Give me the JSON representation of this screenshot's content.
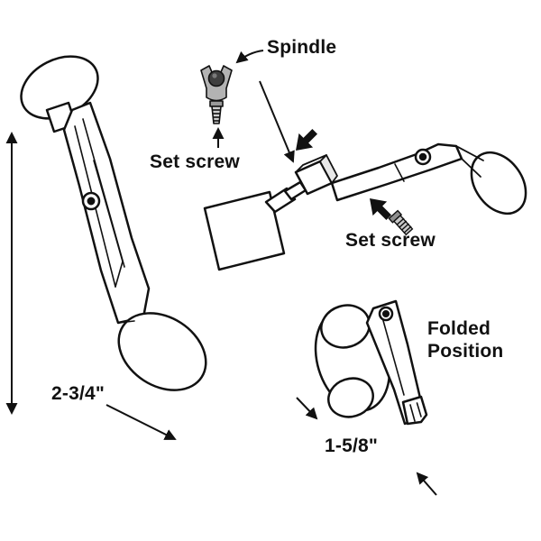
{
  "diagram": {
    "labels": {
      "spindle": "Spindle",
      "set_screw_top": "Set screw",
      "set_screw_right": "Set screw",
      "folded_position_line1": "Folded",
      "folded_position_line2": "Position",
      "dim_handle": "2-3/4\"",
      "dim_folded": "1-5/8\""
    },
    "colors": {
      "background": "#ffffff",
      "line": "#111111",
      "part_gray": "#b3b3b3",
      "spindle_dark": "#3f3f3f"
    }
  }
}
